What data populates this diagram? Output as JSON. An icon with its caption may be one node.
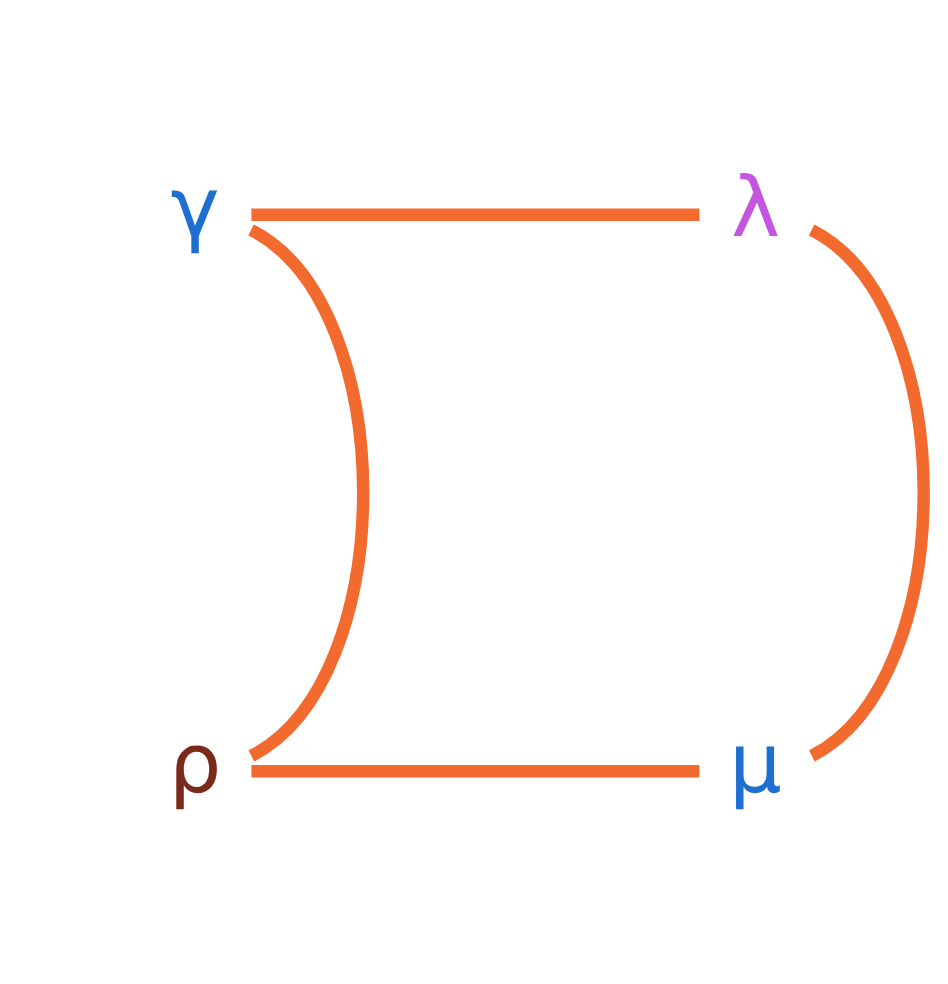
{
  "diagram": {
    "nodes": [
      {
        "text": [
          "γ"
        ]
      },
      {
        "text": [
          "λ"
        ]
      },
      {
        "text": [
          "ρ"
        ]
      },
      {
        "text": [
          "μ"
        ]
      }
    ],
    "edges": [
      {
        "from": 0,
        "to": 1,
        "arrow": "none"
      },
      {
        "from": 1,
        "to": 3,
        "arrow": "none"
      },
      {
        "from": 3,
        "to": 2,
        "arrow": "none"
      },
      {
        "from": 2,
        "to": 0,
        "arrow": "none"
      }
    ]
  }
}
